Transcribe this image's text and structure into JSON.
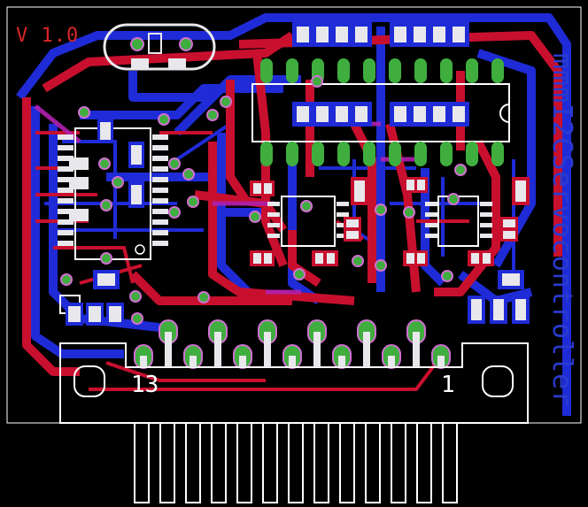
{
  "board": {
    "version_label": "V 1.0",
    "side_label": "mmmI2CServocontroller",
    "connector": {
      "pin_first_label": "13",
      "pin_last_label": "1",
      "pin_count": 13
    }
  },
  "colors": {
    "background": "#000000",
    "top_copper": "#c8102e",
    "bottom_copper": "#1f2bd6",
    "pad": "#e8e8ec",
    "via": "#3fae3f",
    "silkscreen": "#ffffff",
    "overlap": "#b020b0"
  }
}
